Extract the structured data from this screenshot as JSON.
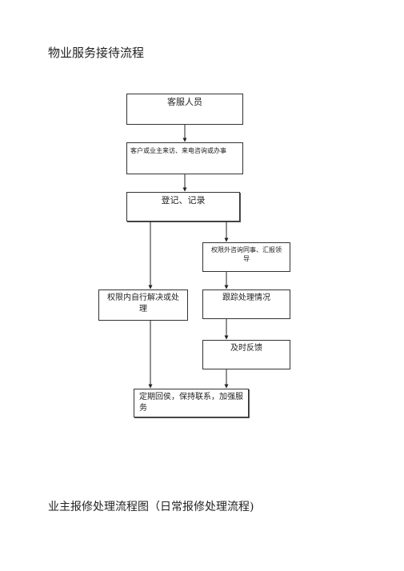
{
  "page": {
    "title": "物业服务接待流程",
    "section_title": "业主报修处理流程图（日常报修处理流程)"
  },
  "flow": {
    "customer_service": "客服人员",
    "visit_inquiry": "客户或业主来访、来电咨询或办事",
    "register": "登记、记录",
    "outside_authority": "权限外咨询同事、汇报领导",
    "within_authority": "权限内自行解决或处理",
    "track": "跟踪处理情况",
    "feedback": "及时反馈",
    "follow_up": "定期回侯，保持联系，加强服务"
  }
}
